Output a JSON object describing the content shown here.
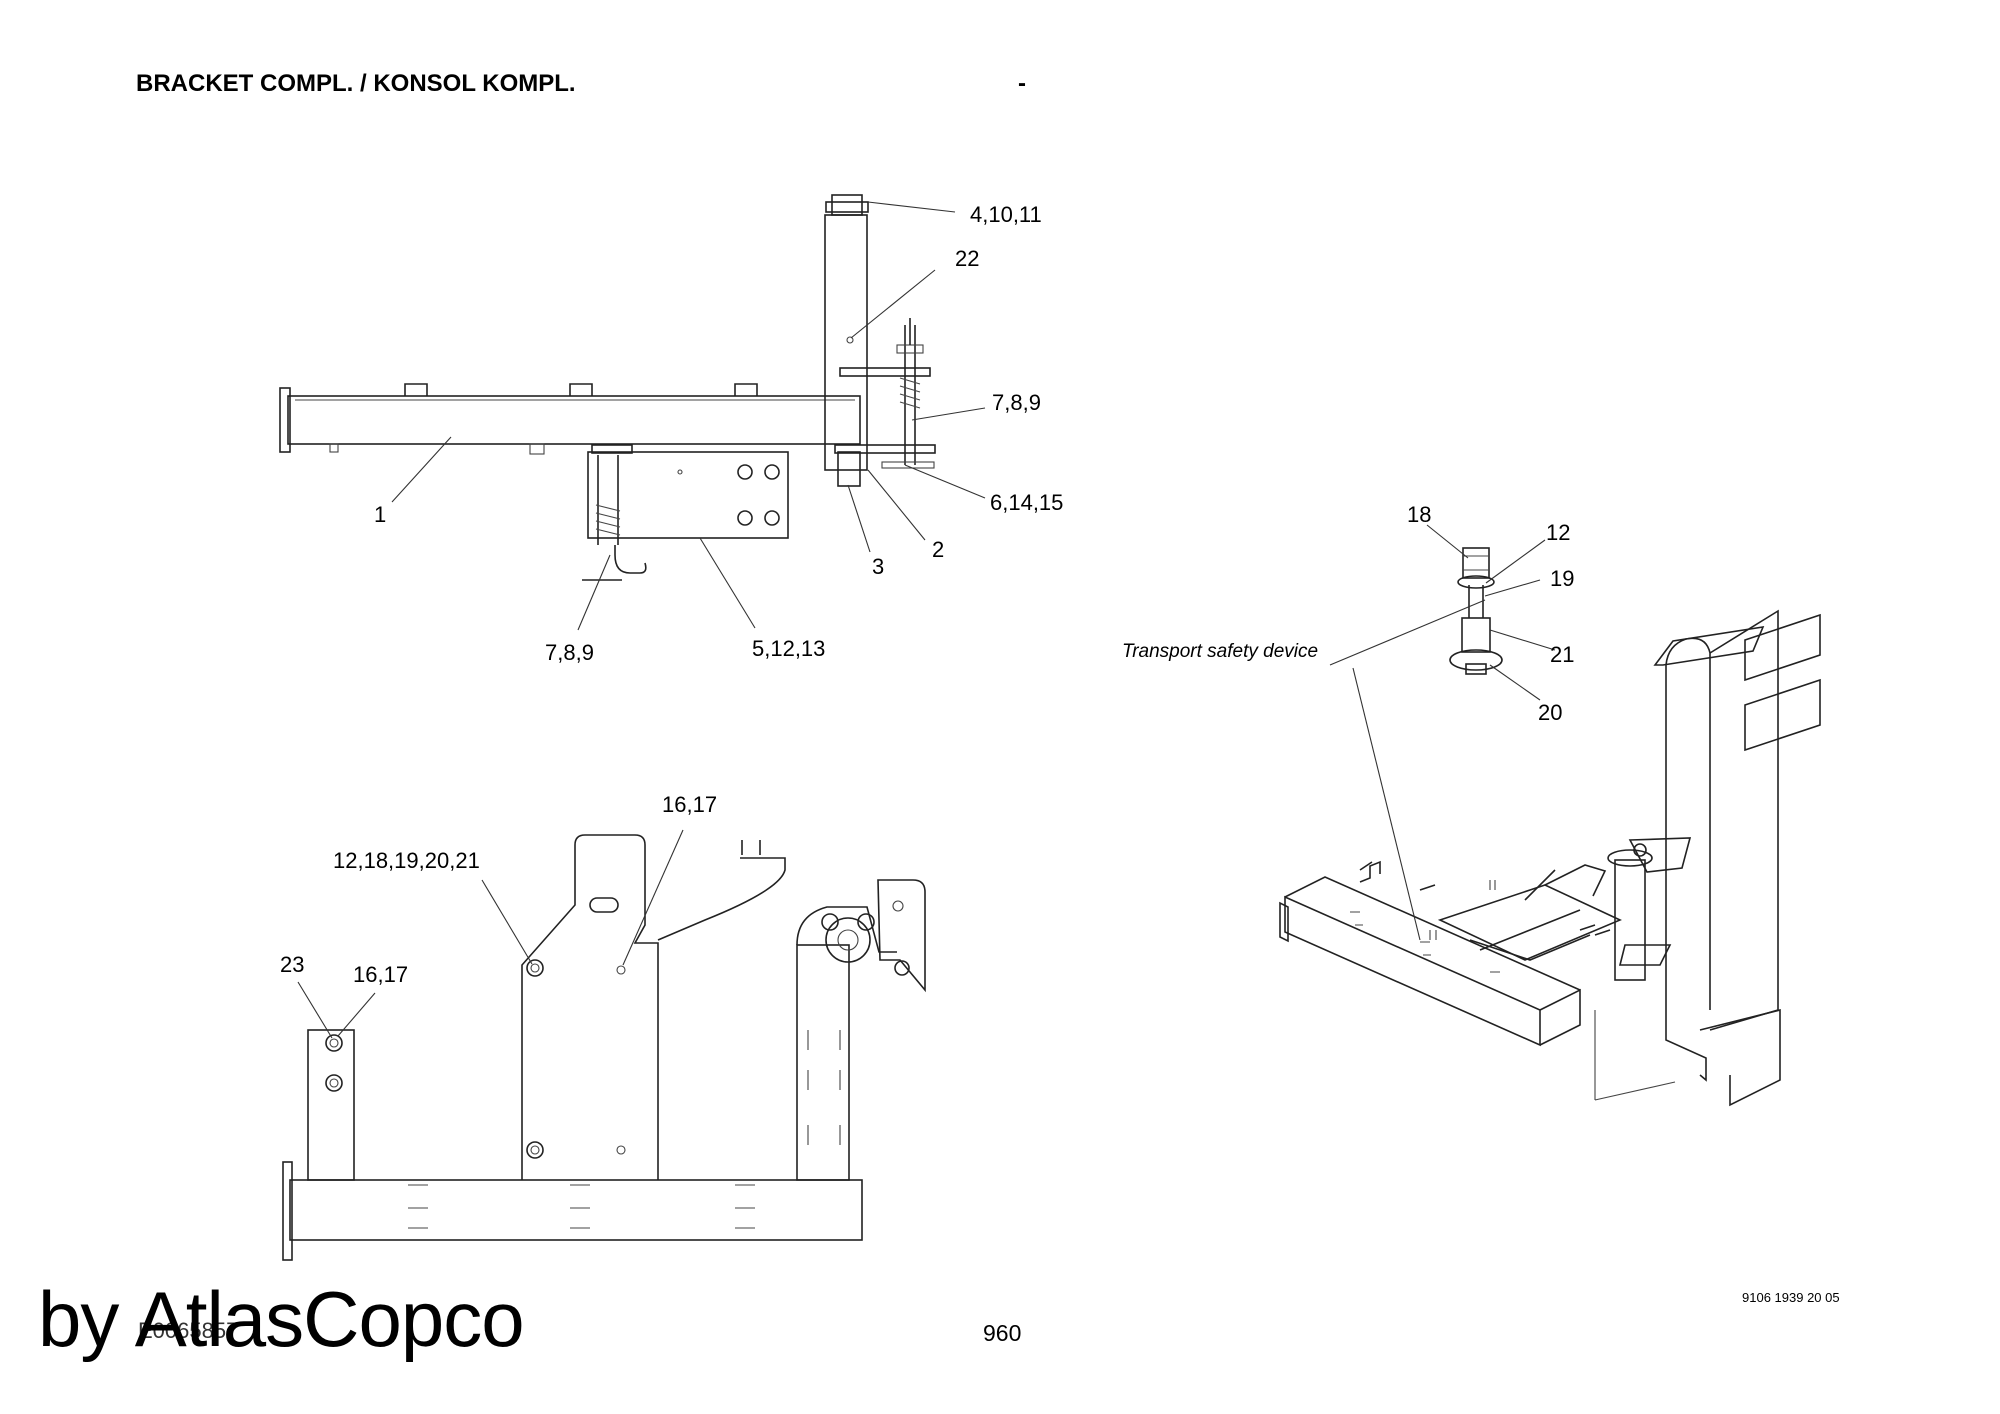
{
  "header": {
    "title": "BRACKET COMPL. / KONSOL KOMPL.",
    "dash": "-"
  },
  "views": {
    "side": {
      "callouts": [
        "4,10,11",
        "22",
        "7,8,9",
        "6,14,15",
        "1",
        "2",
        "3",
        "7,8,9",
        "5,12,13"
      ]
    },
    "top": {
      "callouts": [
        "16,17",
        "12,18,19,20,21",
        "23",
        "16,17"
      ]
    },
    "iso": {
      "callouts": [
        "18",
        "12",
        "19",
        "21",
        "20"
      ],
      "annotation": "Transport safety device"
    }
  },
  "footer": {
    "watermark": "by AtlasCopco",
    "drawing_number": "E0065857",
    "page_number": "960",
    "doc_ref": "9106 1939 20 05"
  }
}
